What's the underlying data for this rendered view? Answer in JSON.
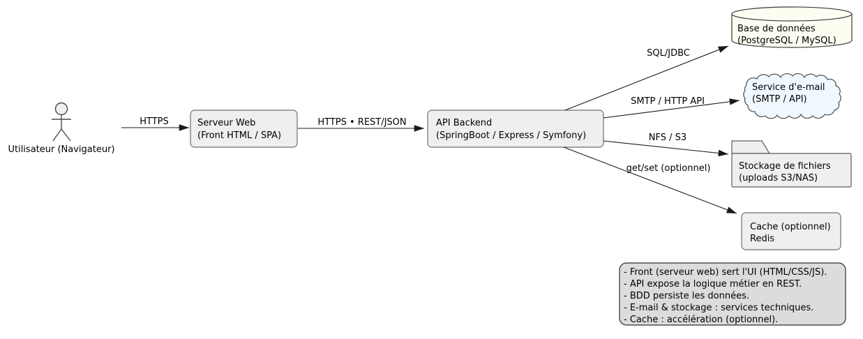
{
  "diagram": {
    "actor": {
      "label": "Utilisateur (Navigateur)"
    },
    "nodes": {
      "webserver": {
        "lines": [
          "Serveur Web",
          "(Front HTML / SPA)"
        ]
      },
      "api": {
        "lines": [
          "API Backend",
          "(SpringBoot / Express / Symfony)"
        ]
      },
      "database": {
        "lines": [
          "Base de données",
          "(PostgreSQL / MySQL)"
        ],
        "shape": "cylinder"
      },
      "email": {
        "lines": [
          "Service d'e-mail",
          "(SMTP / API)"
        ],
        "shape": "cloud"
      },
      "storage": {
        "lines": [
          "Stockage de fichiers",
          "(uploads S3/NAS)"
        ],
        "shape": "folder"
      },
      "cache": {
        "lines": [
          "Cache (optionnel)",
          "Redis"
        ],
        "shape": "rectangle"
      }
    },
    "edges": {
      "user_web": {
        "label": "HTTPS"
      },
      "web_api": {
        "label": "HTTPS • REST/JSON"
      },
      "api_db": {
        "label": "SQL/JDBC"
      },
      "api_email": {
        "label": "SMTP / HTTP API"
      },
      "api_storage": {
        "label": "NFS / S3"
      },
      "api_cache": {
        "label": "get/set (optionnel)"
      }
    },
    "note": {
      "lines": [
        "- Front (serveur web) sert l'UI (HTML/CSS/JS).",
        "- API expose la logique métier en REST.",
        "- BDD persiste les données.",
        "- E-mail & stockage : services techniques.",
        "- Cache : accélération (optionnel)."
      ]
    },
    "colors": {
      "background": "#ffffff",
      "node_fill": "#efefef",
      "database_fill": "#fdfdf2",
      "cloud_fill": "#f0f8ff",
      "note_fill": "#dcdcdc",
      "stroke": "#4a4a4a",
      "arrow": "#1a1a1a"
    }
  }
}
